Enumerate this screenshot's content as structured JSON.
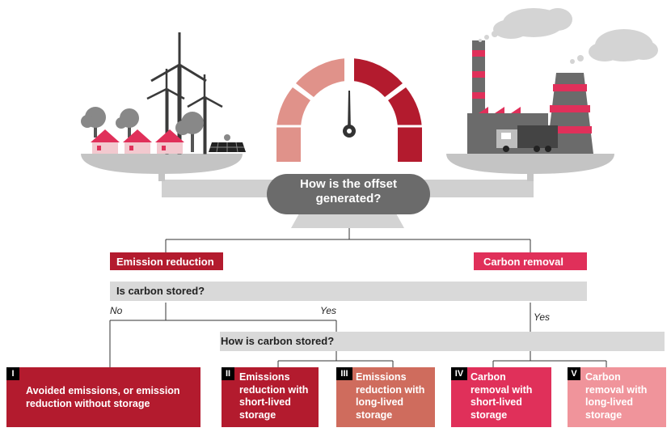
{
  "center_question": {
    "line1": "How is the offset",
    "line2": "generated?"
  },
  "branches": {
    "emission_reduction": "Emission reduction",
    "carbon_removal": "Carbon removal"
  },
  "questions": {
    "is_carbon_stored": "Is carbon stored?",
    "how_is_carbon_stored": "How is carbon stored?"
  },
  "answers": {
    "no": "No",
    "yes_left": "Yes",
    "yes_right": "Yes"
  },
  "categories": [
    {
      "num": "I",
      "lines": [
        "Avoided emissions, or emission",
        "reduction without storage"
      ],
      "color": "#b31b2e"
    },
    {
      "num": "II",
      "lines": [
        "Emissions",
        "reduction with",
        "short-lived",
        "storage"
      ],
      "color": "#b31b2e"
    },
    {
      "num": "III",
      "lines": [
        "Emissions",
        "reduction with",
        "long-lived",
        "storage"
      ],
      "color": "#cf6c5d"
    },
    {
      "num": "IV",
      "lines": [
        "Carbon",
        "removal with",
        "short-lived",
        "storage"
      ],
      "color": "#e0305a"
    },
    {
      "num": "V",
      "lines": [
        "Carbon",
        "removal with",
        "long-lived",
        "storage"
      ],
      "color": "#f0949b"
    }
  ],
  "colors": {
    "red_dark": "#b31b2e",
    "red_pink": "#e0305a",
    "salmon": "#e0928a",
    "grey_light": "#d9d9d9",
    "grey_mid": "#bfbfbf",
    "grey_dark": "#6b6b6b"
  },
  "icons": [
    "wind-turbine-icon",
    "tree-icon",
    "house-icon",
    "solar-panel-icon",
    "factory-icon",
    "truck-icon",
    "cloud-icon",
    "gauge-icon"
  ]
}
